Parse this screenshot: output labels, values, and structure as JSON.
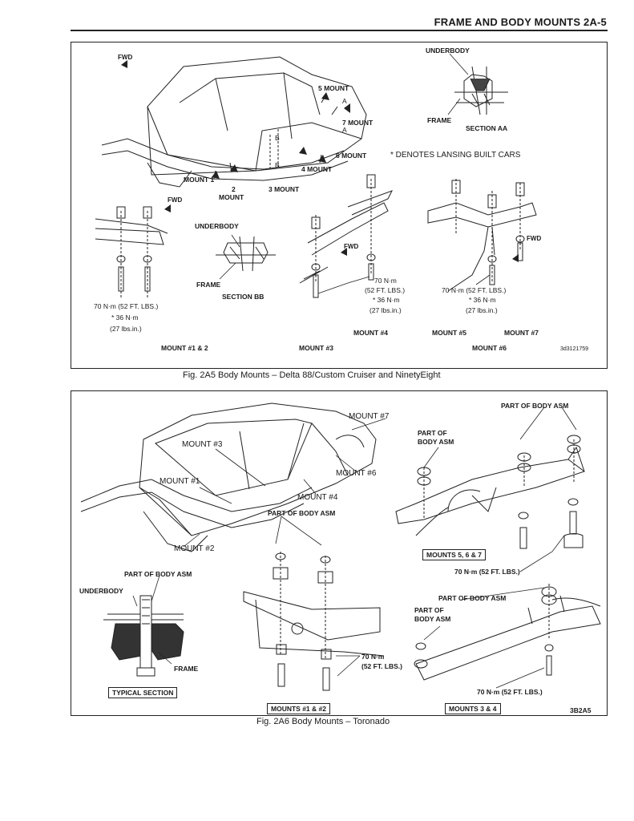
{
  "header": {
    "title": "FRAME AND BODY MOUNTS  2A-5"
  },
  "fig1": {
    "caption": "Fig. 2A5 Body Mounts – Delta 88/Custom Cruiser and NinetyEight",
    "fwd": "FWD",
    "underbody": "UNDERBODY",
    "frame": "FRAME",
    "section_aa": "SECTION AA",
    "section_bb": "SECTION BB",
    "lansing_note": "* DENOTES LANSING BUILT CARS",
    "mount_labels": {
      "m5": "5 MOUNT",
      "m7": "7 MOUNT",
      "m6": "6 MOUNT",
      "m4": "4 MOUNT",
      "m3": "3 MOUNT",
      "m1": "MOUNT 1",
      "m2_num": "2",
      "m2_word": "MOUNT",
      "a": "A",
      "b": "B"
    },
    "torque_left": [
      "70 N·m (52 FT. LBS.)",
      "* 36 N·m",
      "(27 lbs.in.)"
    ],
    "torque_mid": [
      "70 N·m",
      "(52 FT. LBS.)",
      "* 36 N·m",
      "(27 lbs.in.)"
    ],
    "torque_right": [
      "70 N·m (52 FT. LBS.)",
      "* 36 N·m",
      "(27 lbs.in.)"
    ],
    "titles": {
      "m12": "MOUNT #1 & 2",
      "m3": "MOUNT #3",
      "m4": "MOUNT #4",
      "m5": "MOUNT #5",
      "m7": "MOUNT #7",
      "m6": "MOUNT #6"
    },
    "code": "3d3121759"
  },
  "fig2": {
    "caption": "Fig. 2A6 Body Mounts – Toronado",
    "mount_labels": {
      "m7": "MOUNT #7",
      "m3": "MOUNT #3",
      "m6": "MOUNT #6",
      "m1": "MOUNT #1",
      "m4": "MOUNT #4",
      "m2": "MOUNT #2"
    },
    "part_of_body_asm": "PART OF BODY ASM",
    "part_of": "PART OF",
    "body_asm": "BODY ASM",
    "underbody": "UNDERBODY",
    "frame": "FRAME",
    "typical_section": "TYPICAL SECTION",
    "torque_a": "70 N·m (52 FT. LBS.)",
    "torque_b1": "70 N·m",
    "torque_b2": "(52 FT. LBS.)",
    "torque_c": "70 N·m (52 FT. LBS.)",
    "box_567": "MOUNTS 5, 6 & 7",
    "box_12": "MOUNTS #1 & #2",
    "box_34": "MOUNTS 3 & 4",
    "code": "3B2A5"
  }
}
